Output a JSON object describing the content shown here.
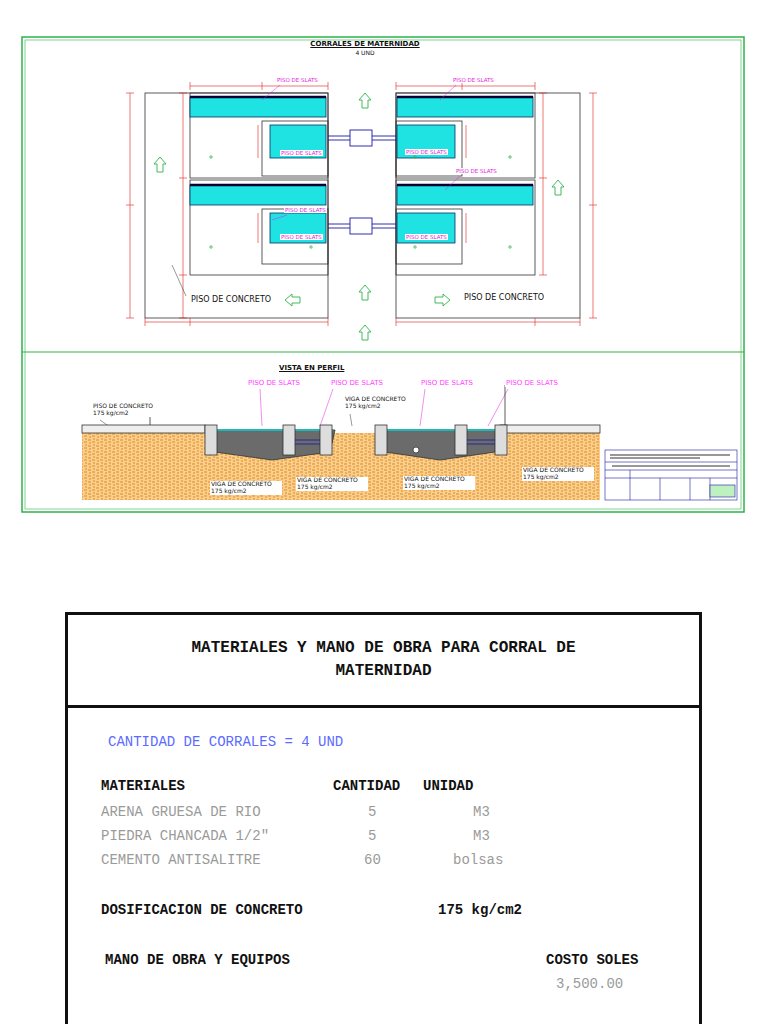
{
  "diagram": {
    "title": "CORRALES DE MATERNIDAD",
    "nodes": [
      {
        "text": [
          "MATERIALES Y MANO DE OBRA PARA CORRAL DE MATERNIDAD"
        ]
      },
      {
        "text": [
          "CANTIDAD DE CORRALES = 4 UND",
          "MATERIALES",
          "CANTIDAD",
          "UNIDAD",
          "ARENA GRUESA DE RIO",
          "5",
          "M3",
          "PIEDRA CHANCADA 1/2\"",
          "5",
          "M3",
          "CEMENTO ANTISALITRE",
          "60",
          "bolsas",
          "DOSIFICACION DE CONCRETO",
          "175 kg/cm2",
          "MANO DE OBRA Y EQUIPOS",
          "COSTO SOLES",
          "3,500.00"
        ]
      }
    ],
    "labels": [
      "4 UND",
      "PISO DE SLATS",
      "PISO DE SLATS",
      "PISO DE SLATS",
      "PISO DE SLATS",
      "PISO DE SLATS",
      "PISO DE SLATS",
      "PISO DE SLATS",
      "PISO DE SLATS",
      "PISO DE CONCRETO",
      "PISO DE CONCRETO",
      "VISTA EN PERFIL",
      "PISO DE SLATS",
      "PISO DE SLATS",
      "PISO DE SLATS",
      "PISO DE SLATS",
      "PISO DE CONCRETO 175 kg/cm2",
      "VIGA DE CONCRETO 175 kg/cm2",
      "VIGA DE CONCRETO 175 kg/cm2",
      "VIGA DE CONCRETO 175 kg/cm2",
      "VIGA DE CONCRETO 175 kg/cm2",
      "VIGA DE CONCRETO 175 kg/cm2"
    ]
  }
}
